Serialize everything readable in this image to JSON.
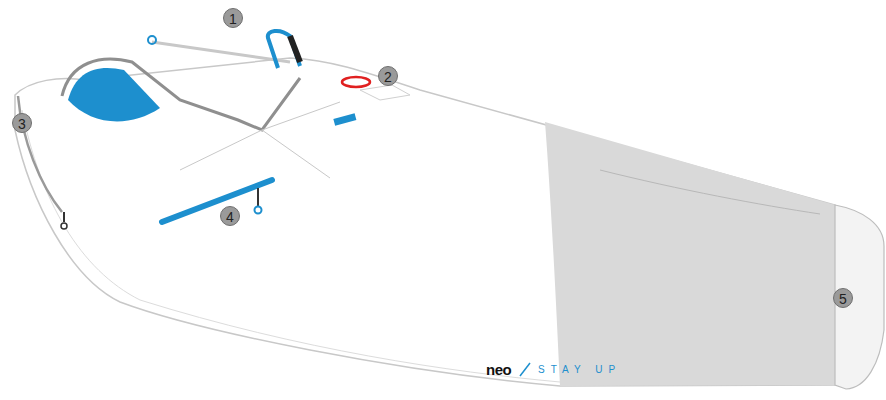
{
  "diagram": {
    "labels": [
      "1",
      "2",
      "3",
      "4",
      "5",
      "neo",
      "STAY UP"
    ]
  }
}
